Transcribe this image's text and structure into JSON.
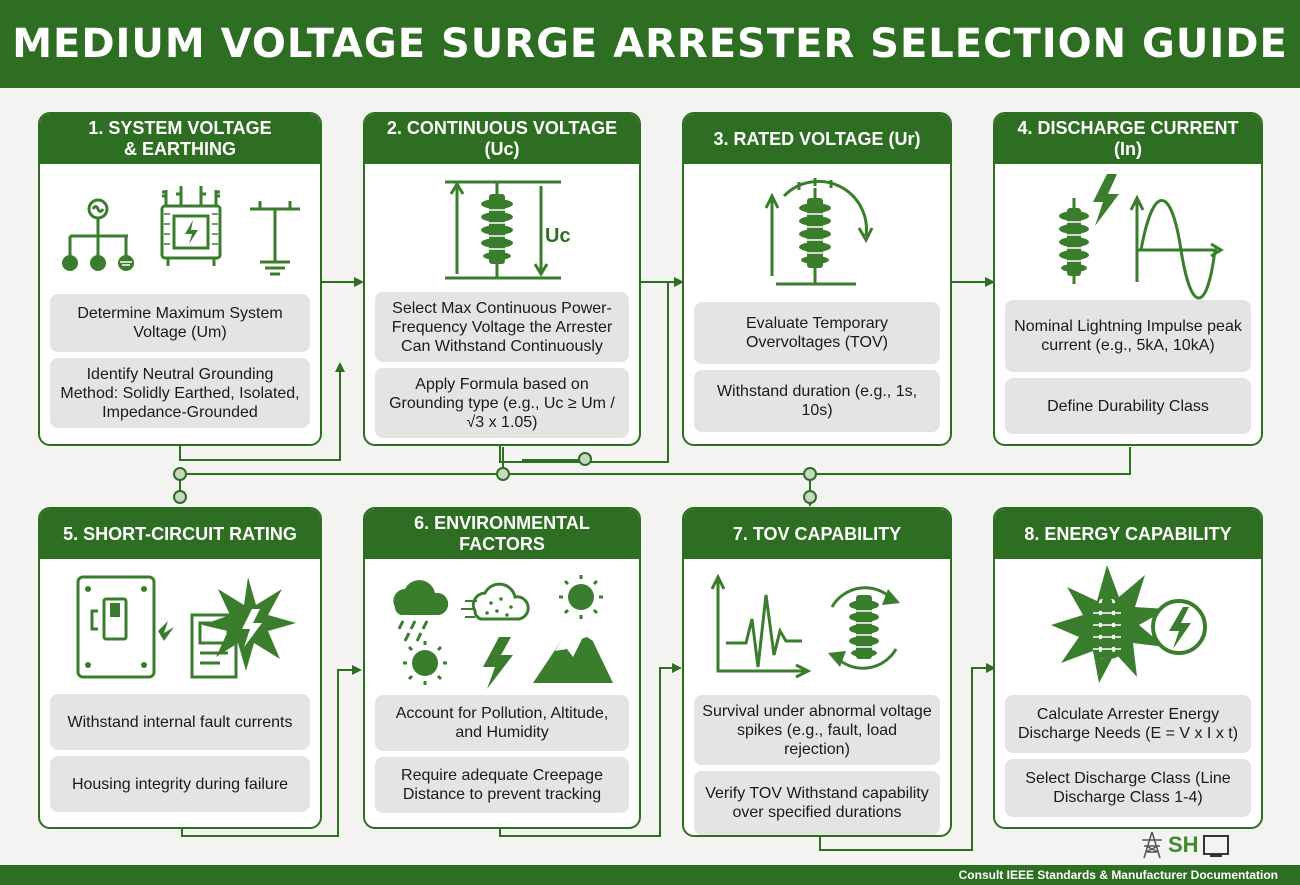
{
  "title": "MEDIUM VOLTAGE SURGE ARRESTER SELECTION GUIDE",
  "cards": [
    {
      "header": "1. SYSTEM VOLTAGE\n& EARTHING",
      "boxes": [
        "Determine Maximum System Voltage (Um)",
        "Identify Neutral Grounding Method: Solidly Earthed, Isolated, Impedance-Grounded"
      ]
    },
    {
      "header": "2. CONTINUOUS VOLTAGE (Uc)",
      "icon_label": "Uc",
      "boxes": [
        "Select Max Continuous Power-Frequency Voltage the Arrester Can Withstand Continuously",
        "Apply Formula based on Grounding type (e.g., Uc ≥ Um / √3 x 1.05)"
      ]
    },
    {
      "header": "3. RATED VOLTAGE (Ur)",
      "boxes": [
        "Evaluate Temporary Overvoltages (TOV)",
        "Withstand duration (e.g., 1s, 10s)"
      ]
    },
    {
      "header": "4. DISCHARGE CURRENT (In)",
      "boxes": [
        "Nominal Lightning Impulse peak current (e.g., 5kA, 10kA)",
        "Define Durability Class"
      ]
    },
    {
      "header": "5. SHORT-CIRCUIT RATING",
      "boxes": [
        "Withstand internal fault currents",
        "Housing integrity during failure"
      ]
    },
    {
      "header": "6. ENVIRONMENTAL FACTORS",
      "boxes": [
        "Account for Pollution, Altitude, and Humidity",
        "Require adequate Creepage Distance to prevent tracking"
      ]
    },
    {
      "header": "7. TOV CAPABILITY",
      "boxes": [
        "Survival under abnormal voltage spikes (e.g., fault, load rejection)",
        "Verify TOV Withstand capability over specified durations"
      ]
    },
    {
      "header": "8. ENERGY CAPABILITY",
      "boxes": [
        "Calculate Arrester Energy Discharge Needs (E = V x I x t)",
        "Select Discharge Class (Line Discharge Class 1-4)"
      ]
    }
  ],
  "logo": "SH",
  "footer": "Consult IEEE Standards & Manufacturer Documentation",
  "colors": {
    "primary": "#2e6e22",
    "icon": "#3a7d2c",
    "box": "#e4e4e2",
    "background": "#f3f4f1"
  }
}
